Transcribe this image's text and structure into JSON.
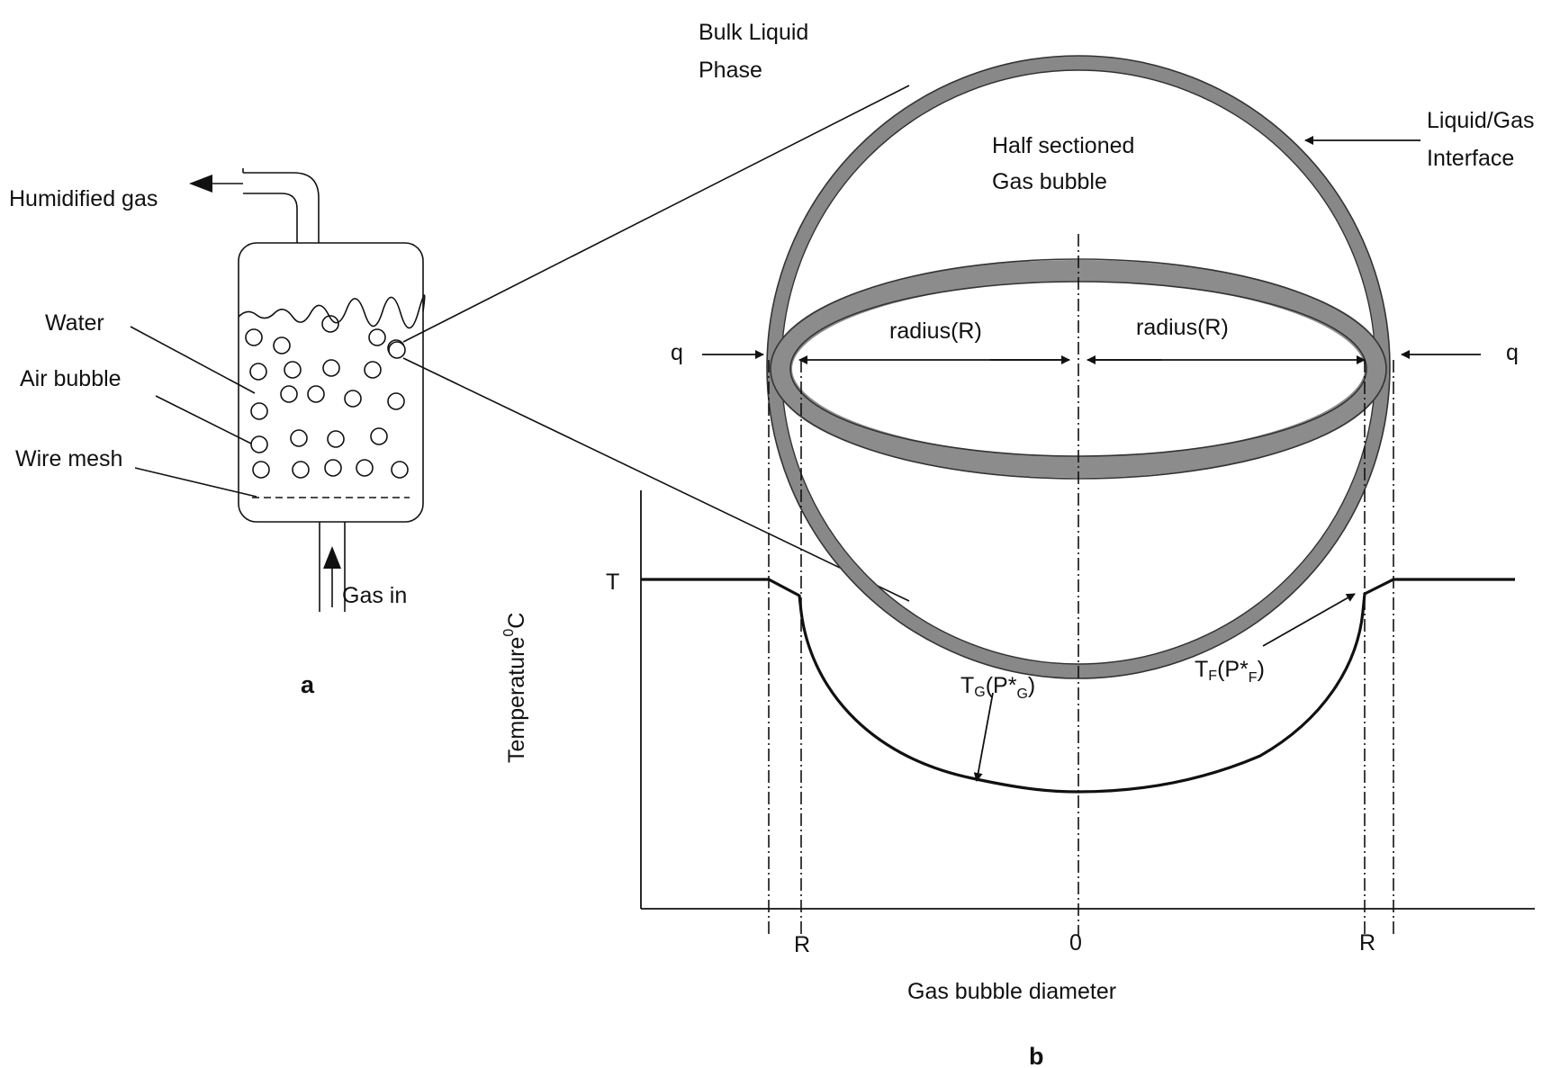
{
  "panel_a": {
    "title": "a",
    "outlet_label": "Humidified gas",
    "inlet_label": "Gas in",
    "water_label": "Water",
    "bubble_label": "Air bubble",
    "mesh_label": "Wire mesh"
  },
  "panel_b": {
    "title": "b",
    "bulk_label_line1": "Bulk Liquid",
    "bulk_label_line2": "Phase",
    "bubble_line1": "Half sectioned",
    "bubble_line2": "Gas bubble",
    "interface_line1": "Liquid/Gas",
    "interface_line2": "Interface",
    "radius_left": "radius(R)",
    "radius_right": "radius(R)",
    "heat_left": "q",
    "heat_right": "q",
    "t_label": "T",
    "y_axis_label": "Temperature",
    "y_axis_unit_sup": "0",
    "y_axis_unit": "C",
    "x_tick_left": "R",
    "x_tick_center": "0",
    "x_tick_right": "R",
    "x_axis_label": "Gas bubble diameter",
    "tg_main": "T",
    "tg_sub": "G",
    "tg_open": "(P*",
    "tg_sub2": "G",
    "tg_close": ")",
    "tf_main": "T",
    "tf_sub": "F",
    "tf_open": "(P*",
    "tf_sub2": "F",
    "tf_close": ")"
  },
  "colors": {
    "ring": "#878787",
    "ink": "#111111",
    "background": "#ffffff"
  }
}
